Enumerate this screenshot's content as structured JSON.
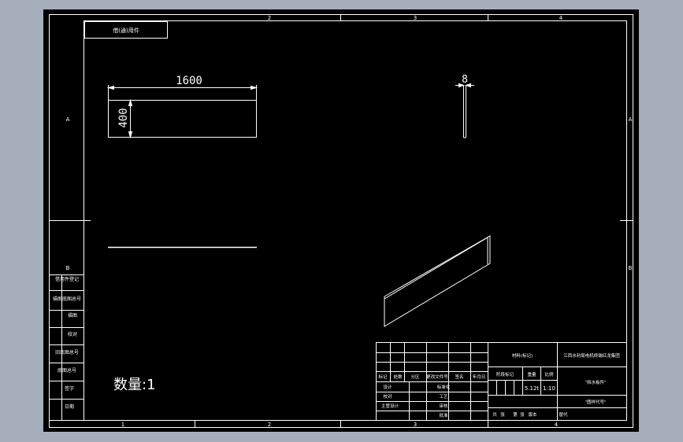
{
  "colors": {
    "viewport_bg": "#a6aebb",
    "paper": "#000000",
    "line": "#ffffff"
  },
  "frame": {
    "zones_top": [
      "2",
      "3",
      "4"
    ],
    "zones_bottom": [
      "1",
      "2",
      "3",
      "4"
    ],
    "zones_left": [
      "A",
      "B"
    ],
    "zones_right": [
      "A",
      "B"
    ]
  },
  "stamp": {
    "label": "借(通)用件"
  },
  "left_strip": {
    "labels": [
      "借用件登记",
      "描图底图总号",
      "描图",
      "校对",
      "旧底图总号",
      "底图总号",
      "签字",
      "日期"
    ]
  },
  "views": {
    "front": {
      "width_dim": "1600",
      "height_dim": "400"
    },
    "side": {
      "thickness_dim": "8"
    }
  },
  "quantity": {
    "text": "数量:1"
  },
  "title_block": {
    "rev_headers": [
      "标记",
      "处数",
      "分区",
      "更改文件号",
      "签名",
      "年月日"
    ],
    "sign_labels": [
      "设计",
      "校对",
      "主管设计"
    ],
    "sign_labels_2": [
      "标准化",
      "工艺",
      "审核",
      "批准"
    ],
    "material": "材料(标记)",
    "company": "江西水利局电机终端红龙集团",
    "stage_headers": [
      "阶段标记",
      "重量",
      "比例"
    ],
    "weight": "5.12t",
    "scale": "1:10",
    "drawing_name": "\"挡水板件\"",
    "drawing_code": "\"图样代号\"",
    "sheet_labels": [
      "共",
      "张",
      "第",
      "张",
      "版本"
    ],
    "replace_label": "替代"
  }
}
